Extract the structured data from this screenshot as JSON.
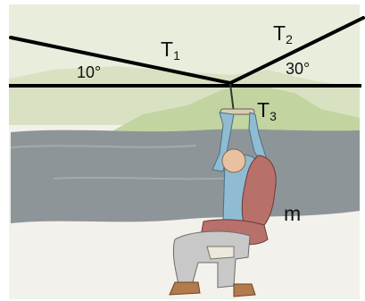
{
  "diagram": {
    "tension_1": {
      "symbol": "T",
      "subscript": "1"
    },
    "tension_2": {
      "symbol": "T",
      "subscript": "2"
    },
    "tension_3": {
      "symbol": "T",
      "subscript": "3"
    },
    "angle_left": "10°",
    "angle_right": "30°",
    "mass_label": "m"
  },
  "colors": {
    "sky": "#e9eddc",
    "hills": "#cfdcb0",
    "water": "#8e9598",
    "ground": "#f3f1eb",
    "rope": "#000000",
    "shirt": "#8fbcd2",
    "backpack": "#b8706a",
    "pants": "#c8c8c8"
  }
}
